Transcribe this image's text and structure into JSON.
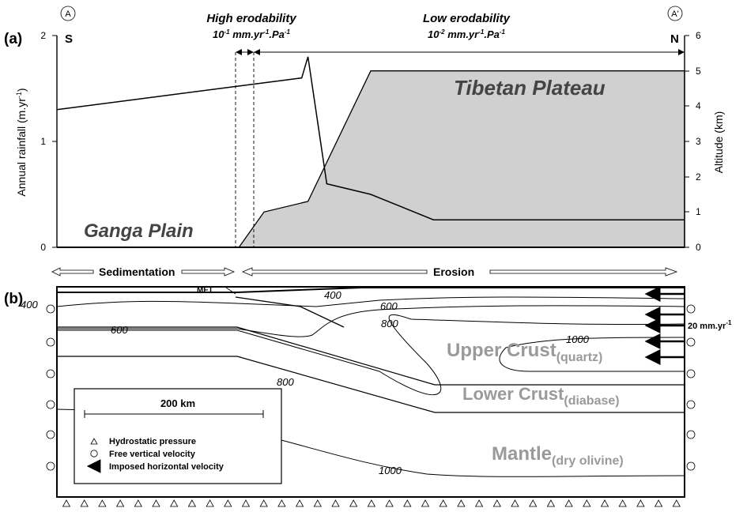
{
  "section_markers": {
    "left": "A",
    "right": "A'"
  },
  "panel_a": {
    "label": "(a)",
    "left_end": "S",
    "right_end": "N",
    "ylabel_left": "Annual rainfall (m.yr",
    "ylabel_left_sup": "-1",
    "ylabel_left_close": ")",
    "ylabel_right": "Altitude (km)",
    "left_ticks": [
      "0",
      "1",
      "2"
    ],
    "right_ticks": [
      "0",
      "1",
      "2",
      "3",
      "4",
      "5",
      "6"
    ],
    "high_erodability": {
      "title": "High erodability",
      "value": "10",
      "exp": "-1",
      "unit1": " mm.yr",
      "unit2": ".Pa"
    },
    "low_erodability": {
      "title": "Low erodability",
      "value": "10",
      "exp": "-2",
      "unit1": " mm.yr",
      "unit2": ".Pa"
    },
    "plateau_label": "Tibetan Plateau",
    "plain_label": "Ganga Plain"
  },
  "zones": {
    "sedimentation": "Sedimentation",
    "erosion": "Erosion"
  },
  "panel_b": {
    "label": "(b)",
    "mft": "MFT",
    "isotherms": [
      "400",
      "600",
      "800",
      "1000"
    ],
    "velocity_label": "20 mm.yr",
    "velocity_sup": "-1",
    "layers": {
      "upper": "Upper Crust",
      "upper_sub": "(quartz)",
      "lower": "Lower Crust",
      "lower_sub": "(diabase)",
      "mantle": "Mantle",
      "mantle_sub": "(dry olivine)"
    },
    "legend": {
      "scale": "200 km",
      "items": [
        "Hydrostatic pressure",
        "Free vertical velocity",
        "Imposed horizontal velocity"
      ]
    }
  },
  "chart_data": {
    "type": "line",
    "title": "",
    "x_units": "arbitrary section distance S to N (0-100)",
    "xlim": [
      0,
      100
    ],
    "series": [
      {
        "name": "",
        "axis": "left (m.yr-1)",
        "x": [
          0,
          39,
          40,
          43,
          50,
          60,
          100
        ],
        "y": [
          1.3,
          1.6,
          1.8,
          0.6,
          0.5,
          0.26,
          0.26
        ]
      },
      {
        "name": "",
        "axis": "right (km)",
        "x": [
          0,
          29,
          33,
          40,
          50,
          100
        ],
        "y": [
          0,
          0,
          1,
          1.3,
          5,
          5
        ]
      }
    ],
    "ylim_left": [
      0,
      2
    ],
    "ylim_right": [
      0,
      6
    ],
    "ylabel_left": "Annual rainfall (m.yr-1)",
    "ylabel_right": "Altitude (km)",
    "erodability_boundaries_x": [
      29,
      32.5
    ]
  },
  "colors": {
    "plateau_fill": "#d0d0d0",
    "layer_text": "#9a9a9a",
    "line": "#000000"
  }
}
